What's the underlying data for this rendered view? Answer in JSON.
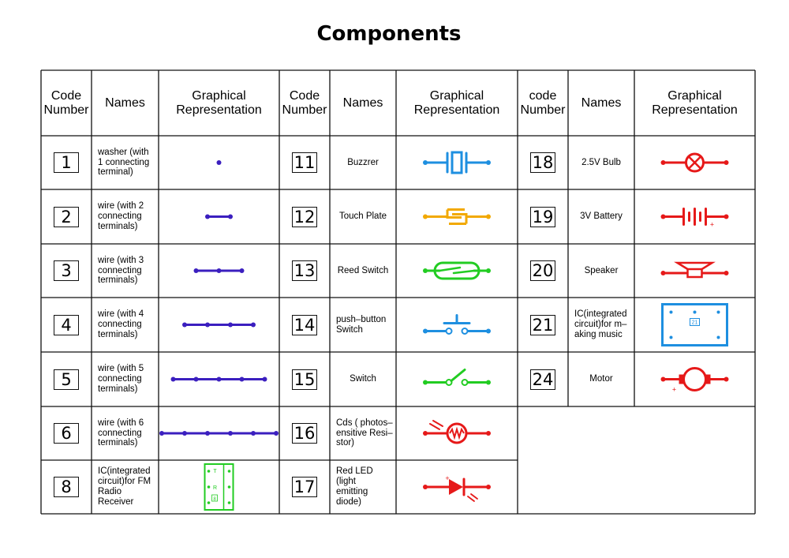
{
  "title": "Components",
  "headers": [
    {
      "code": "Code\nNumber",
      "names": "Names",
      "graphic": "Graphical\nRepresentation"
    },
    {
      "code": "Code\nNumber",
      "names": "Names",
      "graphic": "Graphical\nRepresentation"
    },
    {
      "code": "code\nNumber",
      "names": "Names",
      "graphic": "Graphical\nRepresentation"
    }
  ],
  "components": [
    {
      "group": 0,
      "row": 0,
      "code": "1",
      "name": "washer (with\n1 connecting\nterminal)",
      "symbol": "washer-icon",
      "color": "#3b1fbf"
    },
    {
      "group": 0,
      "row": 1,
      "code": "2",
      "name": "wire (with 2\nconnecting\nterminals)",
      "symbol": "wire-2-icon",
      "color": "#3b1fbf"
    },
    {
      "group": 0,
      "row": 2,
      "code": "3",
      "name": "wire (with 3\nconnecting\nterminals)",
      "symbol": "wire-3-icon",
      "color": "#3b1fbf"
    },
    {
      "group": 0,
      "row": 3,
      "code": "4",
      "name": "wire (with 4\nconnecting\nterminals)",
      "symbol": "wire-4-icon",
      "color": "#3b1fbf"
    },
    {
      "group": 0,
      "row": 4,
      "code": "5",
      "name": "wire (with 5\nconnecting\nterminals)",
      "symbol": "wire-5-icon",
      "color": "#3b1fbf"
    },
    {
      "group": 0,
      "row": 5,
      "code": "6",
      "name": "wire (with 6\nconnecting\nterminals)",
      "symbol": "wire-6-icon",
      "color": "#3b1fbf"
    },
    {
      "group": 0,
      "row": 6,
      "code": "8",
      "name": "IC(integrated\ncircuit)for FM\nRadio Receiver",
      "symbol": "fm-ic-icon",
      "color": "#22cc22"
    },
    {
      "group": 1,
      "row": 0,
      "code": "11",
      "name": "Buzzrer",
      "symbol": "buzzer-icon",
      "color": "#1e8fe0"
    },
    {
      "group": 1,
      "row": 1,
      "code": "12",
      "name": "Touch Plate",
      "symbol": "touch-plate-icon",
      "color": "#f2a900"
    },
    {
      "group": 1,
      "row": 2,
      "code": "13",
      "name": "Reed Switch",
      "symbol": "reed-switch-icon",
      "color": "#22cc22"
    },
    {
      "group": 1,
      "row": 3,
      "code": "14",
      "name": "push–button\nSwitch",
      "symbol": "push-button-switch-icon",
      "color": "#1e8fe0"
    },
    {
      "group": 1,
      "row": 4,
      "code": "15",
      "name": "Switch",
      "symbol": "switch-icon",
      "color": "#22cc22"
    },
    {
      "group": 1,
      "row": 5,
      "code": "16",
      "name": "Cds ( photos–\nensitive Resi–\nstor)",
      "symbol": "photoresistor-icon",
      "color": "#e61919"
    },
    {
      "group": 1,
      "row": 6,
      "code": "17",
      "name": "Red LED (light\nemitting diode)",
      "symbol": "led-icon",
      "color": "#e61919"
    },
    {
      "group": 2,
      "row": 0,
      "code": "18",
      "name": "2.5V Bulb",
      "symbol": "bulb-icon",
      "color": "#e61919"
    },
    {
      "group": 2,
      "row": 1,
      "code": "19",
      "name": "3V Battery",
      "symbol": "battery-icon",
      "color": "#e61919"
    },
    {
      "group": 2,
      "row": 2,
      "code": "20",
      "name": "Speaker",
      "symbol": "speaker-icon",
      "color": "#e61919"
    },
    {
      "group": 2,
      "row": 3,
      "code": "21",
      "name": "IC(integrated\ncircuit)for m–\naking music",
      "symbol": "music-ic-icon",
      "color": "#1e8fe0"
    },
    {
      "group": 2,
      "row": 4,
      "code": "24",
      "name": "Motor",
      "symbol": "motor-icon",
      "color": "#e61919"
    }
  ],
  "symbol_labels": {
    "fm_ic": [
      "T",
      "R",
      "8"
    ],
    "music_ic": "21",
    "battery_polarity": "+",
    "motor_polarity": "+",
    "led_polarity": "+"
  }
}
